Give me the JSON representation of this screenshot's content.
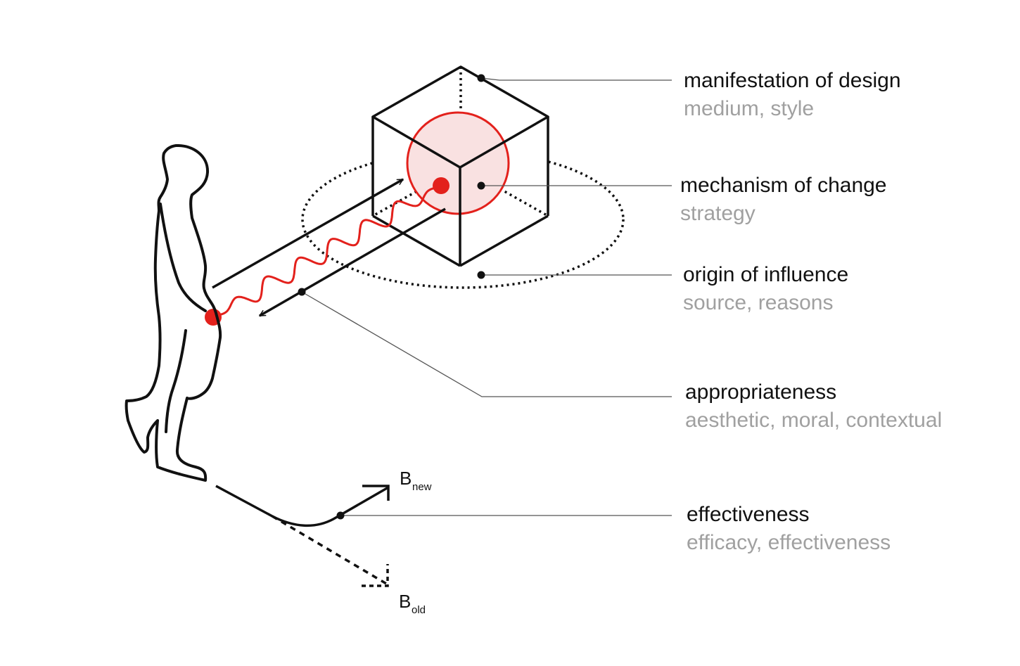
{
  "labels": [
    {
      "title": "manifestation of design",
      "subtitle": "medium, style"
    },
    {
      "title": "mechanism of change",
      "subtitle": "strategy"
    },
    {
      "title": "origin of influence",
      "subtitle": "source, reasons"
    },
    {
      "title": "appropriateness",
      "subtitle": "aesthetic, moral, contextual"
    },
    {
      "title": "effectiveness",
      "subtitle": "efficacy, effectiveness"
    }
  ],
  "behaviour": {
    "new": {
      "letter": "B",
      "sub": "new"
    },
    "old": {
      "letter": "B",
      "sub": "old"
    }
  },
  "colors": {
    "ink": "#111111",
    "accent": "#e3211c",
    "accent_fill": "#f9e1e1",
    "muted": "#a0a0a0",
    "leader": "#555555"
  }
}
